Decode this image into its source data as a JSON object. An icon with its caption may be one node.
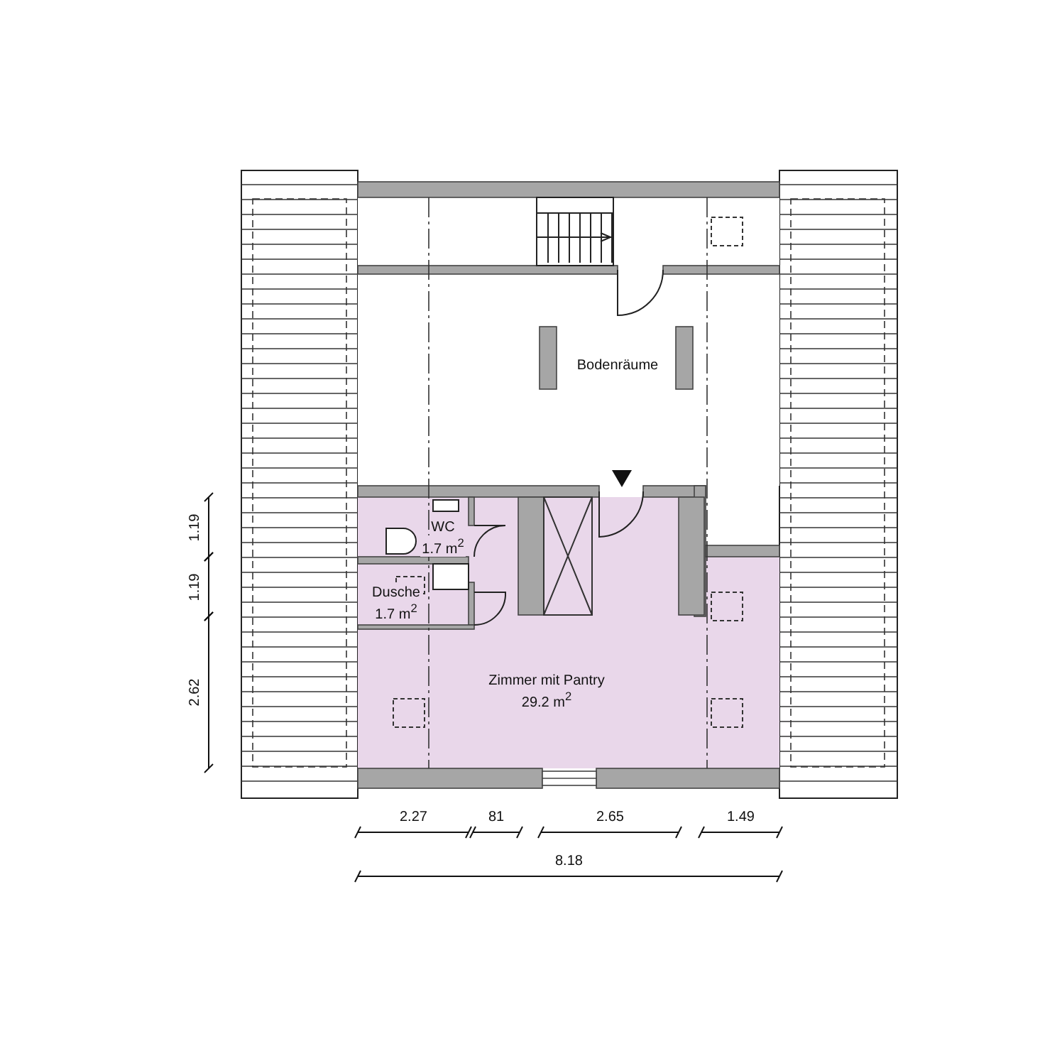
{
  "diagram": {
    "nodes": [
      {
        "text": [
          "Bodenräume"
        ]
      },
      {
        "text": [
          "WC",
          "1.7 m$^{2}$"
        ]
      },
      {
        "text": [
          "Dusche",
          "1.7 m$^{2}$"
        ]
      },
      {
        "text": [
          "Zimmer mit Pantry",
          "29.2 m$^{2}$"
        ]
      }
    ],
    "edges": [],
    "labels": [
      "1.19",
      "1.19",
      "2.62",
      "2.27",
      "81",
      "2.65",
      "1.49",
      "8.18"
    ]
  }
}
